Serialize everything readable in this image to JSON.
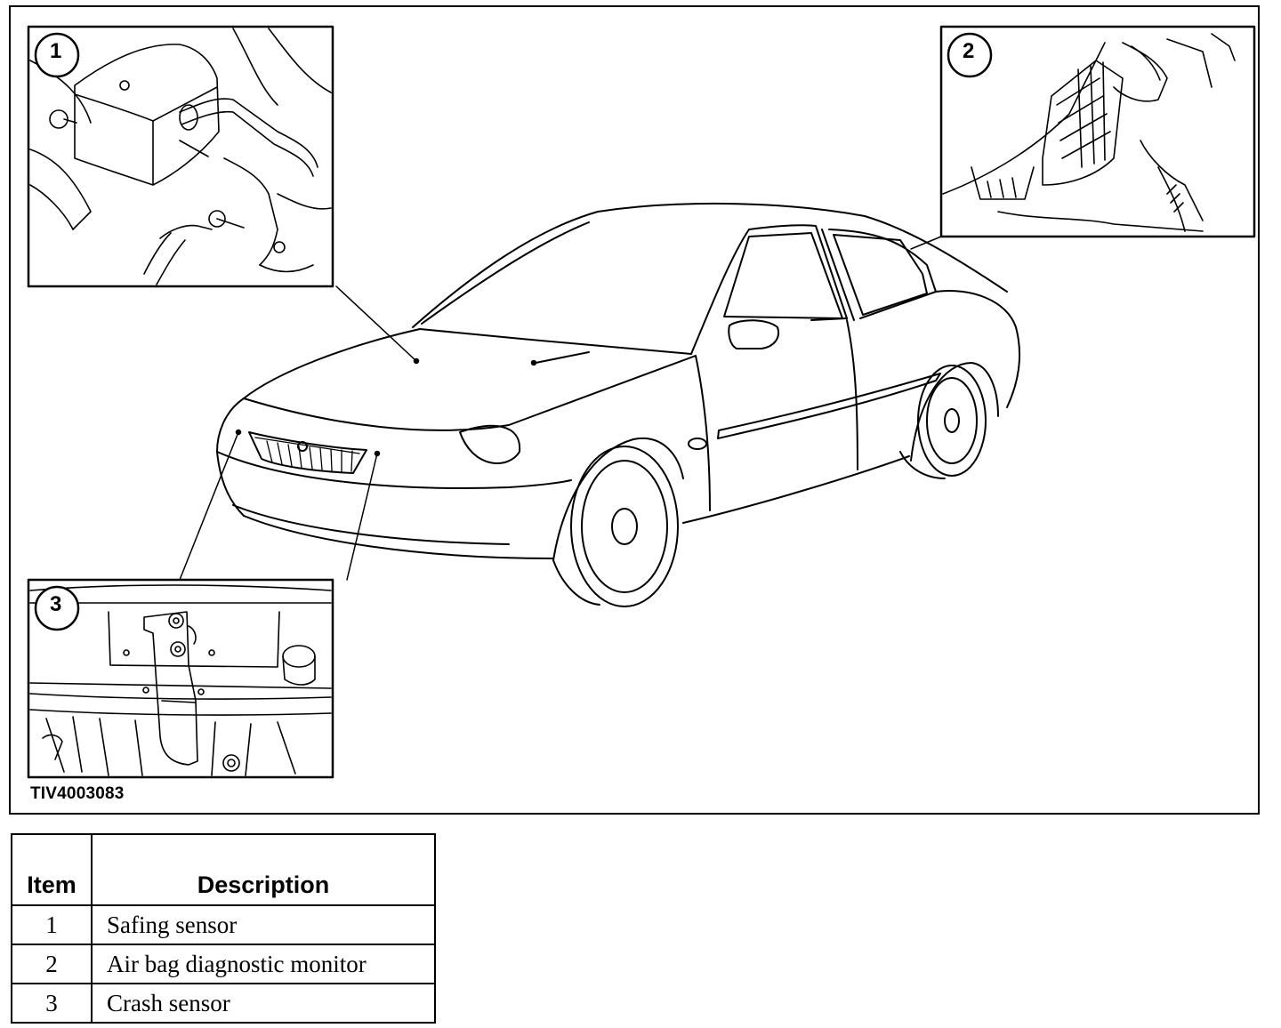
{
  "figure": {
    "reference_code": "TIV4003083",
    "callouts": [
      {
        "number": "1"
      },
      {
        "number": "2"
      },
      {
        "number": "3"
      }
    ]
  },
  "legend": {
    "headers": {
      "item": "Item",
      "description": "Description"
    },
    "rows": [
      {
        "item": "1",
        "description": "Safing sensor"
      },
      {
        "item": "2",
        "description": "Air bag diagnostic monitor"
      },
      {
        "item": "3",
        "description": "Crash sensor"
      }
    ]
  },
  "colors": {
    "line": "#000000",
    "background": "#ffffff"
  }
}
